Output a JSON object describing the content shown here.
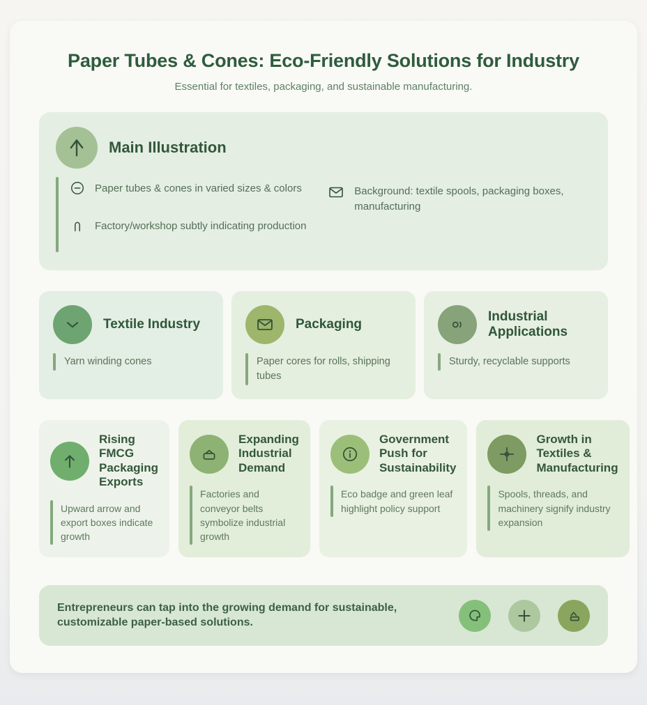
{
  "page": {
    "title": "Paper Tubes & Cones: Eco-Friendly Solutions for Industry",
    "subtitle": "Essential for textiles, packaging, and sustainable manufacturing."
  },
  "main_section": {
    "title": "Main Illustration",
    "icon": "branch-up-arrow-icon",
    "items": [
      {
        "icon": "circle-minus-icon",
        "text": "Paper tubes & cones in varied sizes & colors"
      },
      {
        "icon": "arch-icon",
        "text": "Factory/workshop subtly indicating production"
      },
      {
        "icon": "envelope-icon",
        "text": "Background: textile spools, packaging boxes, manufacturing"
      }
    ]
  },
  "feature_cards": [
    {
      "title": "Textile Industry",
      "description": "Yarn winding cones",
      "icon": "chevron-down-icon",
      "circle_color": "#6da471"
    },
    {
      "title": "Packaging",
      "description": "Paper cores for rolls, shipping tubes",
      "icon": "envelope-icon",
      "circle_color": "#9db66c"
    },
    {
      "title": "Industrial Applications",
      "description": "Sturdy, recyclable supports",
      "icon": "spool-icon",
      "circle_color": "#86a37a"
    }
  ],
  "trend_cards": [
    {
      "title": "Rising FMCG Packaging Exports",
      "description": "Upward arrow and export boxes indicate growth",
      "icon": "arrow-up-icon",
      "circle_color": "#6fae6d"
    },
    {
      "title": "Expanding Industrial Demand",
      "description": "Factories and conveyor belts symbolize industrial growth",
      "icon": "basket-icon",
      "circle_color": "#8db273"
    },
    {
      "title": "Government Push for Sustainability",
      "description": "Eco badge and green leaf highlight policy support",
      "icon": "info-icon",
      "circle_color": "#9bbf79"
    },
    {
      "title": "Growth in Textiles & Manufacturing",
      "description": "Spools, threads, and machinery signify industry expansion",
      "icon": "crosshair-icon",
      "circle_color": "#7d9b62"
    }
  ],
  "banner": {
    "text": "Entrepreneurs can tap into the growing demand for sustainable, customizable paper-based solutions.",
    "icons": [
      {
        "name": "pie-shape-icon",
        "circle_color": "#85c07b"
      },
      {
        "name": "plus-icon",
        "circle_color": "#adc89f"
      },
      {
        "name": "eject-shape-icon",
        "circle_color": "#8aa65e"
      }
    ]
  },
  "colors": {
    "page_background": "#f3f3f1",
    "card_background": "#f9f9f6",
    "section_background": "#e4eee3",
    "banner_background": "#d8e7d3",
    "title_text": "#2e5c3c",
    "body_text": "#546e58",
    "accent_bar": "#85a87d"
  }
}
